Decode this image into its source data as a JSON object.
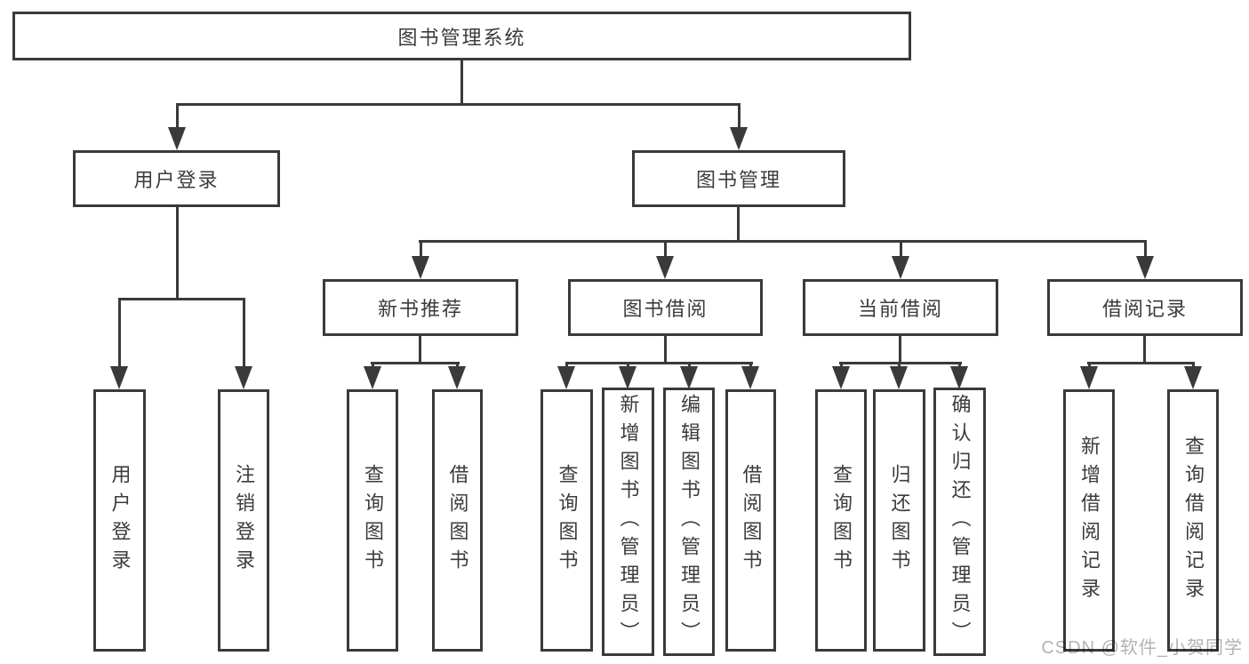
{
  "diagram": {
    "root": {
      "label": "图书管理系统"
    },
    "level2": [
      {
        "label": "用户登录"
      },
      {
        "label": "图书管理"
      }
    ],
    "level3": [
      {
        "label": "新书推荐"
      },
      {
        "label": "图书借阅"
      },
      {
        "label": "当前借阅"
      },
      {
        "label": "借阅记录"
      }
    ],
    "leaves": {
      "user_login": [
        "用户登录",
        "注销登录"
      ],
      "new_book": [
        "查询图书",
        "借阅图书"
      ],
      "book_borrow": [
        "查询图书",
        "新增图书（管理员）",
        "编辑图书（管理员）",
        "借阅图书"
      ],
      "current_borrow": [
        "查询图书",
        "归还图书",
        "确认归还（管理员）"
      ],
      "borrow_record": [
        "新增借阅记录",
        "查询借阅记录"
      ]
    }
  },
  "watermark": "CSDN @软件_小贺同学",
  "colors": {
    "line": "#3a3a3a",
    "text": "#3c3c3c",
    "watermark": "#b3b3b3",
    "background": "#ffffff"
  }
}
